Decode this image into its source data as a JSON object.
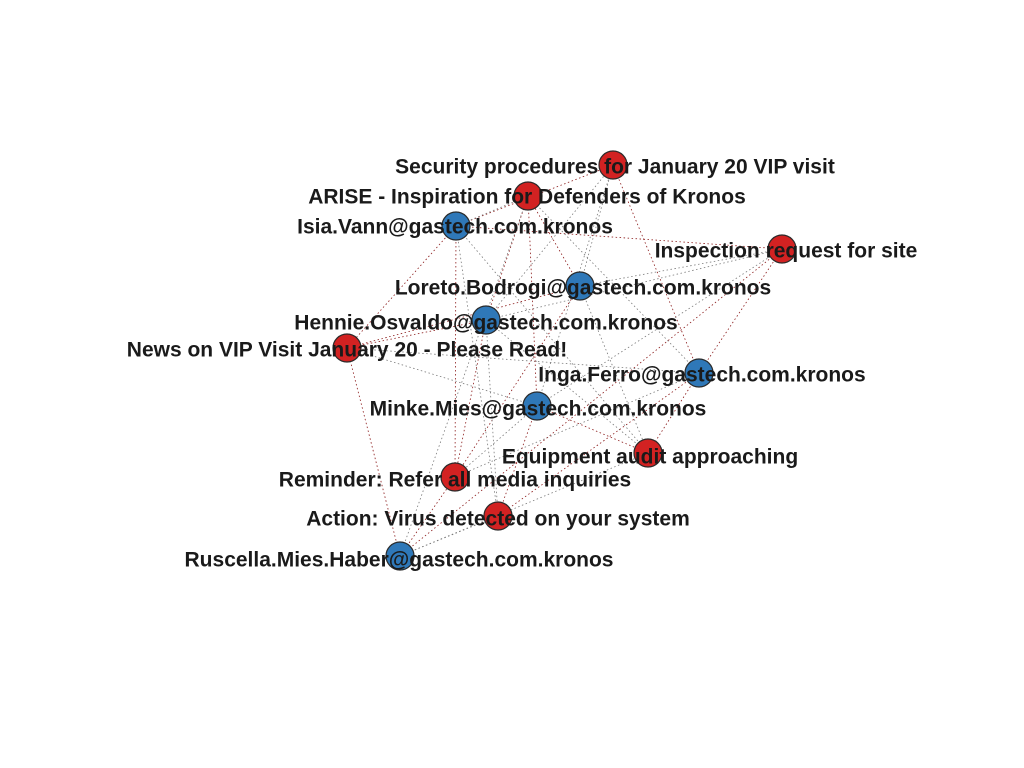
{
  "colors": {
    "email_node": "#d22222",
    "person_node": "#2f78b8",
    "edge_to_email": "#8b1a1a",
    "edge_from_person": "#7a7a7a"
  },
  "nodes": [
    {
      "id": "security",
      "label": "Security procedures for January 20 VIP visit",
      "kind": "email"
    },
    {
      "id": "arise",
      "label": "ARISE - Inspiration for Defenders of Kronos",
      "kind": "email"
    },
    {
      "id": "isia",
      "label": "Isia.Vann@gastech.com.kronos",
      "kind": "person"
    },
    {
      "id": "inspection",
      "label": "Inspection request for site",
      "kind": "email"
    },
    {
      "id": "loreto",
      "label": "Loreto.Bodrogi@gastech.com.kronos",
      "kind": "person"
    },
    {
      "id": "hennie",
      "label": "Hennie.Osvaldo@gastech.com.kronos",
      "kind": "person"
    },
    {
      "id": "news",
      "label": "News on VIP Visit January 20 - Please Read!",
      "kind": "email"
    },
    {
      "id": "inga",
      "label": "Inga.Ferro@gastech.com.kronos",
      "kind": "person"
    },
    {
      "id": "minke",
      "label": "Minke.Mies@gastech.com.kronos",
      "kind": "person"
    },
    {
      "id": "equipment",
      "label": "Equipment audit approaching",
      "kind": "email"
    },
    {
      "id": "reminder",
      "label": "Reminder: Refer all media inquiries",
      "kind": "email"
    },
    {
      "id": "virus",
      "label": "Action: Virus detected on your system",
      "kind": "email"
    },
    {
      "id": "ruscella",
      "label": "Ruscella.Mies.Haber@gastech.com.kronos",
      "kind": "person"
    }
  ],
  "edges": [
    [
      "isia",
      "security"
    ],
    [
      "isia",
      "arise"
    ],
    [
      "isia",
      "inspection"
    ],
    [
      "isia",
      "equipment"
    ],
    [
      "isia",
      "reminder"
    ],
    [
      "isia",
      "virus"
    ],
    [
      "isia",
      "news"
    ],
    [
      "loreto",
      "security"
    ],
    [
      "loreto",
      "arise"
    ],
    [
      "loreto",
      "inspection"
    ],
    [
      "loreto",
      "news"
    ],
    [
      "loreto",
      "equipment"
    ],
    [
      "loreto",
      "reminder"
    ],
    [
      "hennie",
      "security"
    ],
    [
      "hennie",
      "arise"
    ],
    [
      "hennie",
      "inspection"
    ],
    [
      "hennie",
      "news"
    ],
    [
      "hennie",
      "equipment"
    ],
    [
      "hennie",
      "reminder"
    ],
    [
      "hennie",
      "virus"
    ],
    [
      "inga",
      "security"
    ],
    [
      "inga",
      "arise"
    ],
    [
      "inga",
      "inspection"
    ],
    [
      "inga",
      "news"
    ],
    [
      "inga",
      "equipment"
    ],
    [
      "inga",
      "reminder"
    ],
    [
      "inga",
      "virus"
    ],
    [
      "minke",
      "security"
    ],
    [
      "minke",
      "arise"
    ],
    [
      "minke",
      "news"
    ],
    [
      "minke",
      "equipment"
    ],
    [
      "minke",
      "reminder"
    ],
    [
      "minke",
      "virus"
    ],
    [
      "minke",
      "inspection"
    ],
    [
      "ruscella",
      "news"
    ],
    [
      "ruscella",
      "equipment"
    ],
    [
      "ruscella",
      "reminder"
    ],
    [
      "ruscella",
      "virus"
    ],
    [
      "ruscella",
      "inspection"
    ],
    [
      "ruscella",
      "arise"
    ]
  ]
}
